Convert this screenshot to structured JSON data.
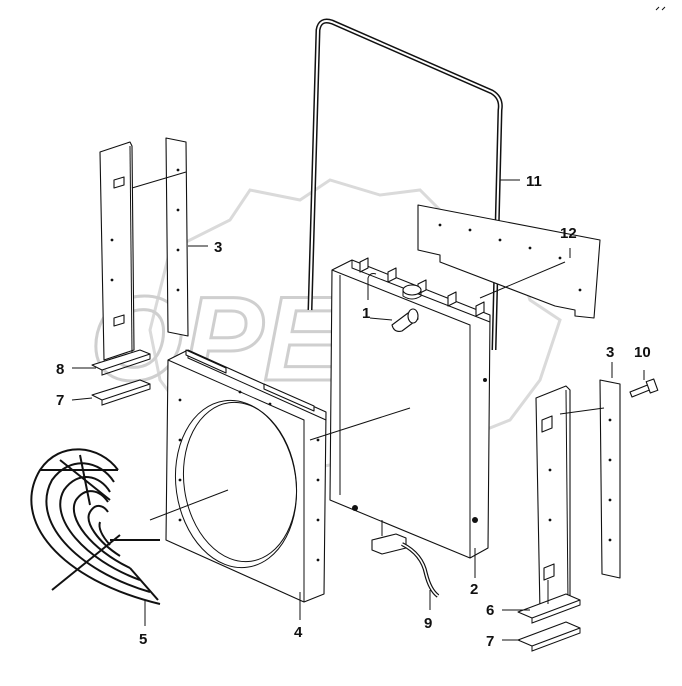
{
  "watermark": {
    "text": "OPEX"
  },
  "callouts": {
    "c1": "1",
    "c2": "2",
    "c3_left": "3",
    "c3_right": "3",
    "c4": "4",
    "c5": "5",
    "c6": "6",
    "c7_left": "7",
    "c7_right": "7",
    "c8": "8",
    "c9": "9",
    "c10": "10",
    "c11": "11",
    "c12": "12"
  }
}
